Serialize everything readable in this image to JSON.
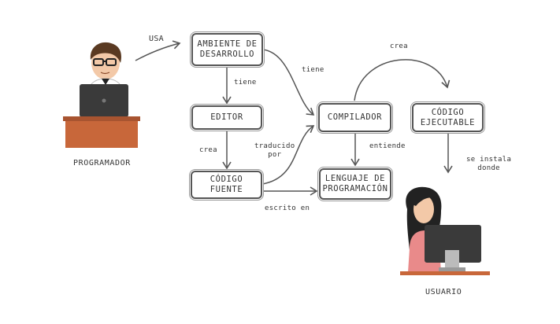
{
  "nodes": {
    "ambiente": "AMBIENTE DE\nDESARROLLO",
    "editor": "EDITOR",
    "codigo_fuente": "CÓDIGO\nFUENTE",
    "compilador": "COMPILADOR",
    "lenguaje": "LENGUAJE DE\nPROGRAMACIÓN",
    "ejecutable": "CÓDIGO\nEJECUTABLE"
  },
  "edges": {
    "usa": "USA",
    "tiene_editor": "tiene",
    "tiene_compilador": "tiene",
    "crea_fuente": "crea",
    "traducido_por": "traducido\npor",
    "entiende": "entiende",
    "escrito_en": "escrito en",
    "crea_ejecutable": "crea",
    "se_instala_donde": "se instala\ndonde"
  },
  "actors": {
    "programador": "PROGRAMADOR",
    "usuario": "USUARIO"
  },
  "colors": {
    "line": "#555555",
    "desk": "#c8673a",
    "desk_dark": "#a85430",
    "hair_brown": "#5a3a22",
    "hair_black": "#222222",
    "skin": "#f3c9a8",
    "laptop": "#3a3a3a",
    "dress": "#e98a8a"
  }
}
